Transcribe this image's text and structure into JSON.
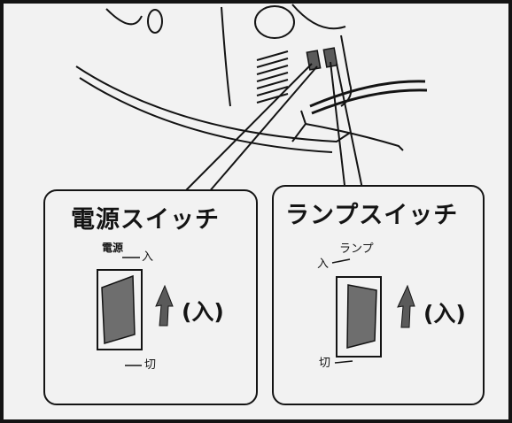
{
  "colors": {
    "paper": "#f2f2f2",
    "ink": "#141414",
    "switch_fill": "#6e6e6e",
    "arrow_fill": "#5a5a5a"
  },
  "icons": [
    "rocker-switch-icon",
    "up-arrow-icon"
  ],
  "power_panel": {
    "title": "電源スイッチ",
    "switch_name": "電源",
    "on_label": "入",
    "off_label": "切",
    "state_label": "(入)"
  },
  "lamp_panel": {
    "title": "ランプスイッチ",
    "switch_name": "ランプ",
    "on_label": "入",
    "off_label": "切",
    "state_label": "(入)"
  }
}
